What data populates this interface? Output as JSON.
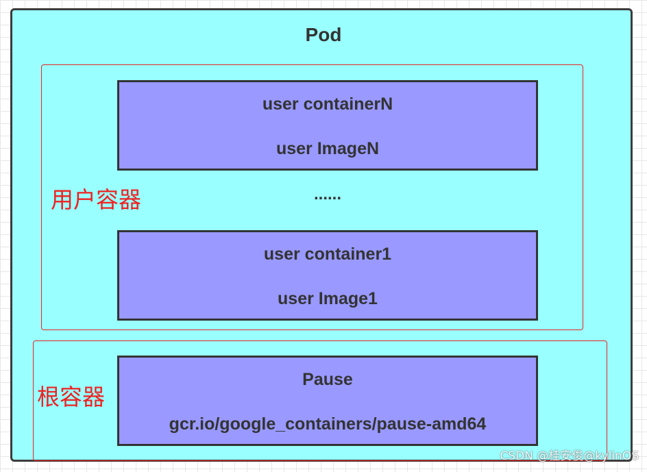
{
  "pod": {
    "title": "Pod"
  },
  "user_group": {
    "label": "用户容器",
    "containers": [
      {
        "name": "user containerN",
        "image": "user ImageN"
      },
      {
        "name": "user container1",
        "image": "user Image1"
      }
    ],
    "ellipsis": "......"
  },
  "root_group": {
    "label": "根容器",
    "container": {
      "name": "Pause",
      "image": "gcr.io/google_containers/pause-amd64"
    }
  },
  "watermark": "CSDN @桂安俊@kylinOS",
  "colors": {
    "pod_fill": "#99ffff",
    "container_fill": "#9999ff",
    "group_border": "#ee2222",
    "text": "#333333"
  }
}
